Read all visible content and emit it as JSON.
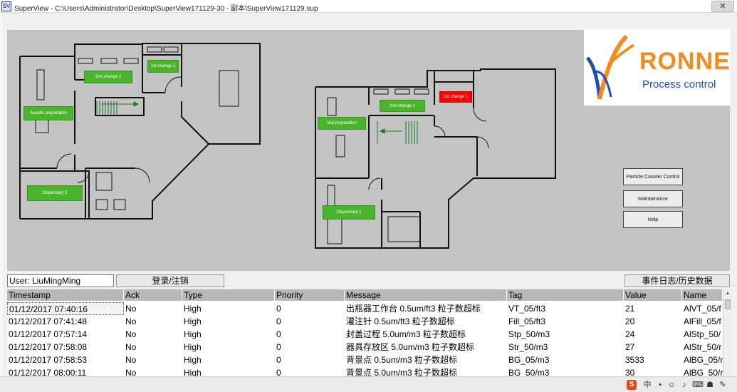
{
  "window": {
    "title": "SuperView - C:\\Users\\Administrator\\Desktop\\SuperView171129-30 - 副本\\SuperView171129.sup",
    "close_label": "✕"
  },
  "floorplan": {
    "rooms_left": {
      "second_change": "2nd change 2",
      "first_change": "1st change 2",
      "aseptic": "Aseptic preparation",
      "dispensary": "Dispensary 2"
    },
    "rooms_right": {
      "first_change": "1st change 1",
      "second_change": "2nd change 1",
      "vial": "Vial preparation",
      "dispensary": "Dispensary 1"
    },
    "alarm_color": "#ff0000",
    "ok_color": "#49b42c"
  },
  "logo": {
    "name": "RONNE",
    "subtitle": "Process control"
  },
  "side_buttons": {
    "particle": "Particle Counter Control",
    "maintenance": "Maintainance",
    "help": "Help"
  },
  "login": {
    "user_text": "User: LiuMingMing",
    "login_label": "登录/注销",
    "history_label": "事件日志/历史数据"
  },
  "table": {
    "columns": [
      "Timestamp",
      "Ack",
      "Type",
      "Priority",
      "Message",
      "Tag",
      "Value",
      "Name"
    ],
    "rows": [
      [
        "01/12/2017 07:40:16",
        "No",
        "High",
        "0",
        "出瓶器工作台 0.5um/ft3 粒子数超标",
        "VT_05/ft3",
        "21",
        "AlVT_05/f"
      ],
      [
        "01/12/2017 07:41:48",
        "No",
        "High",
        "0",
        "灌注针 0.5um/ft3 粒子数超标",
        "Fill_05/ft3",
        "20",
        "AlFill_05/f"
      ],
      [
        "01/12/2017 07:57:14",
        "No",
        "High",
        "0",
        "封盖过程 5.0um/m3 粒子数超标",
        "Stp_50/m3",
        "24",
        "AlStp_50/"
      ],
      [
        "01/12/2017 07:58:08",
        "No",
        "High",
        "0",
        "器具存放区 5.0um/m3 粒子数超标",
        "Str_50/m3",
        "27",
        "AlStr_50/r"
      ],
      [
        "01/12/2017 07:58:53",
        "No",
        "High",
        "0",
        "背景点 0.5um/m3 粒子数超标",
        "BG_05/m3",
        "3533",
        "AlBG_05/r"
      ],
      [
        "01/12/2017 08:00:11",
        "No",
        "High",
        "0",
        "背景点 5.0um/m3 粒子数超标",
        "BG_50/m3",
        "30",
        "AlBG_50/r"
      ]
    ]
  },
  "taskbar": {
    "ime": "S",
    "lang": "中"
  }
}
